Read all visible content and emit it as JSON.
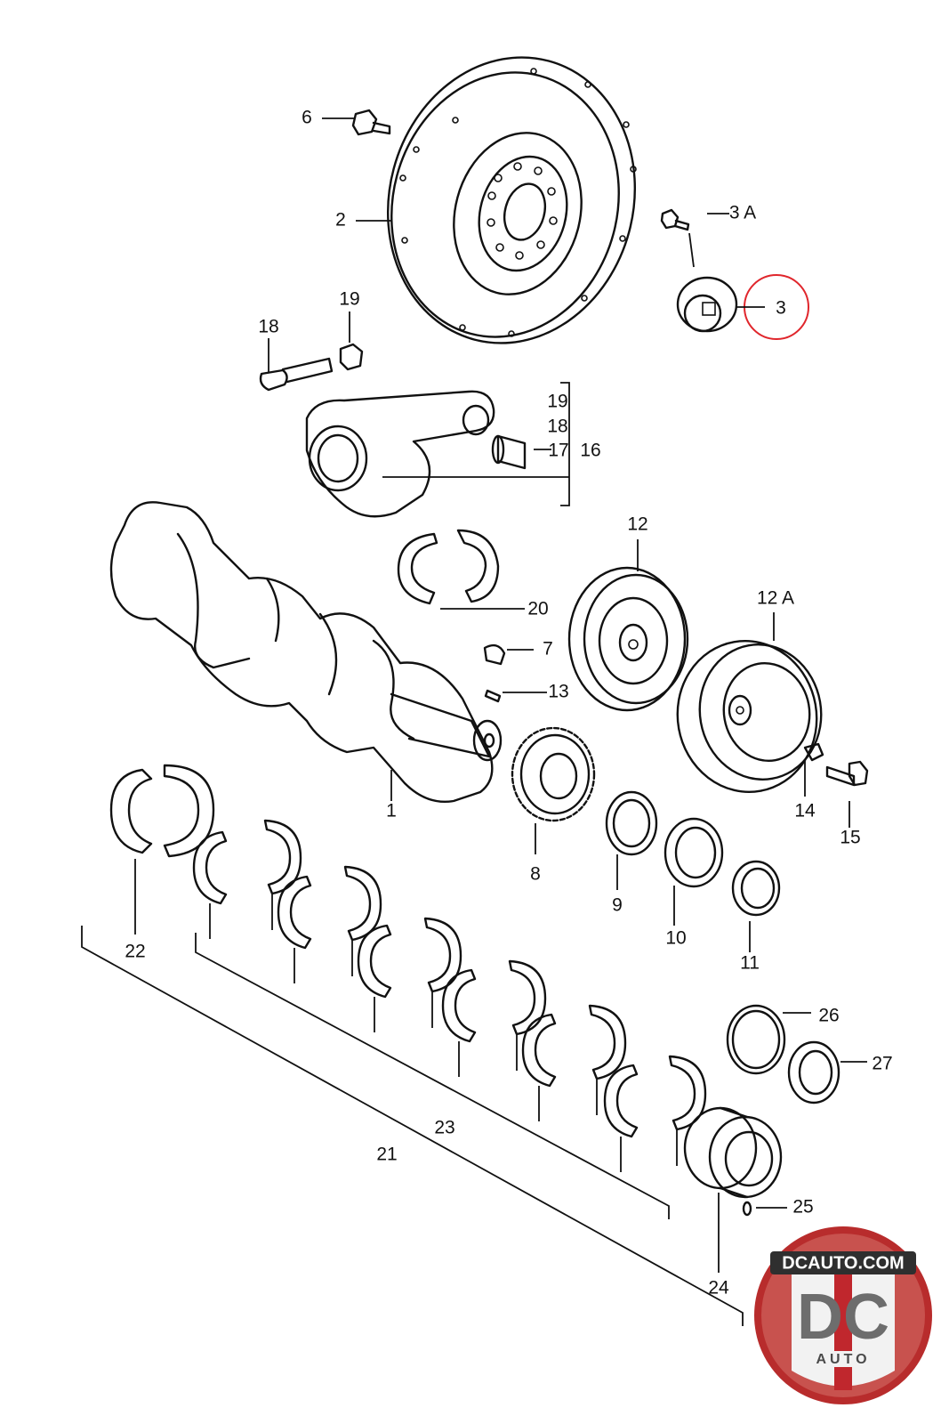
{
  "callouts": [
    {
      "id": "c-6",
      "label": "6"
    },
    {
      "id": "c-2",
      "label": "2"
    },
    {
      "id": "c-3A",
      "label": "3 A"
    },
    {
      "id": "c-3",
      "label": "3"
    },
    {
      "id": "c-19a",
      "label": "19"
    },
    {
      "id": "c-18a",
      "label": "18"
    },
    {
      "id": "c-19b",
      "label": "19"
    },
    {
      "id": "c-18b",
      "label": "18"
    },
    {
      "id": "c-17",
      "label": "17"
    },
    {
      "id": "c-16",
      "label": "16"
    },
    {
      "id": "c-12",
      "label": "12"
    },
    {
      "id": "c-12A",
      "label": "12 A"
    },
    {
      "id": "c-20",
      "label": "20"
    },
    {
      "id": "c-7",
      "label": "7"
    },
    {
      "id": "c-13",
      "label": "13"
    },
    {
      "id": "c-1",
      "label": "1"
    },
    {
      "id": "c-14",
      "label": "14"
    },
    {
      "id": "c-15",
      "label": "15"
    },
    {
      "id": "c-8",
      "label": "8"
    },
    {
      "id": "c-9",
      "label": "9"
    },
    {
      "id": "c-10",
      "label": "10"
    },
    {
      "id": "c-11",
      "label": "11"
    },
    {
      "id": "c-22",
      "label": "22"
    },
    {
      "id": "c-26",
      "label": "26"
    },
    {
      "id": "c-27",
      "label": "27"
    },
    {
      "id": "c-23",
      "label": "23"
    },
    {
      "id": "c-21",
      "label": "21"
    },
    {
      "id": "c-25",
      "label": "25"
    },
    {
      "id": "c-24",
      "label": "24"
    }
  ],
  "highlight": {
    "callout": "3",
    "color": "#e0262c"
  },
  "logo": {
    "top_text": "DCAUTO.COM",
    "mark_text": "DC",
    "bottom_text": "AUTO",
    "colors": {
      "ring": "#b82c2c",
      "badge": "#f2f2f2",
      "letters": "#6d6d6d",
      "stripe": "#c0272d"
    }
  }
}
